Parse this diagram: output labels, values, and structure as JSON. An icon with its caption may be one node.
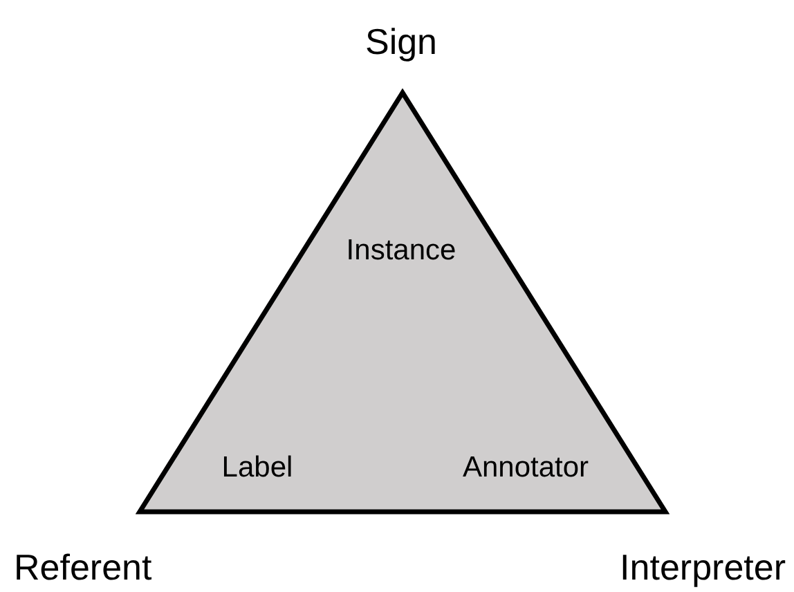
{
  "diagram": {
    "nodes": [
      {
        "text": [
          "Instance",
          "Label",
          "Annotator"
        ]
      }
    ],
    "labels": [
      "Sign",
      "Referent",
      "Interpreter"
    ]
  }
}
